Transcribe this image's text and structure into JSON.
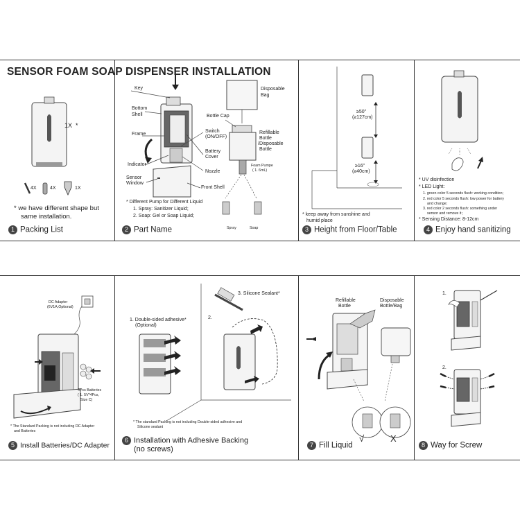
{
  "title": "SENSOR FOAM SOAP DISPENSER INSTALLATION",
  "panel1": {
    "qty_main": "1X",
    "qty_screw": "4X",
    "qty_anchor": "4X",
    "qty_key": "1X",
    "note_line1": "* we have different shape but",
    "note_line2": "same installation.",
    "num": "1",
    "caption": "Packing List"
  },
  "panel2": {
    "labels": {
      "key": "Key",
      "bottom_shell_1": "Bottom",
      "bottom_shell_2": "Shell",
      "frame": "Frame",
      "indicator": "Indicator",
      "sensor_1": "Sensor",
      "sensor_2": "Window",
      "switch_1": "Switch",
      "switch_2": "(ON/OFF)",
      "battery_1": "Battery",
      "battery_2": "Cover",
      "nozzle": "Nozzle",
      "front_shell": "Front Shell",
      "disposable_bag_1": "Disposable",
      "disposable_bag_2": "Bag",
      "bottle_cap": "Bottle Cap",
      "refillable_1": "Refillable",
      "refillable_2": "Bottle",
      "refillable_3": "/Disposable",
      "refillable_4": "Bottle",
      "foam_pump_1": "Foam Pumpe",
      "foam_pump_2": "( 1. 6mL)",
      "spray": "Spray",
      "soap": "Soap"
    },
    "pump_title": "Different Pump for Different Liquid",
    "pump_1": "1. Spray: Sanitizer Liquid;",
    "pump_2": "2. Soap: Gel or Soap Liquid;",
    "num": "2",
    "caption": "Part Name"
  },
  "panel3": {
    "h1_a": "≥50\"",
    "h1_b": "(≥127cm)",
    "h2_a": "≥16\"",
    "h2_b": "(≥40cm)",
    "note_1": "keep away from sunshine and",
    "note_2": "humid place",
    "num": "3",
    "caption": "Height from Floor/Table"
  },
  "panel4": {
    "uv": "UV disinfection",
    "led": "LED Light:",
    "led_1": "1. green color 5 seconds flush: working condition;",
    "led_2a": "2. red color 5 seconds flush: low power for battery",
    "led_2b": "and change;",
    "led_3a": "3. red color 2 seconds flush: something under",
    "led_3b": "sensor and remove it ;",
    "sensing": "Sensing Distance: 8-12cm",
    "num": "4",
    "caption": "Enjoy hand sanitizing"
  },
  "panel5": {
    "dc_1": "DC Adapter",
    "dc_2": "(6V1A,Optional)",
    "bat_1": "4Pcs Batteries",
    "bat_2": "( 1. 5V*4Pcs,",
    "bat_3": "Size C)",
    "note_1": "The Standard Packing is not including DC Adapter",
    "note_2": "and Batteries",
    "num": "5",
    "caption": "Install Batteries/DC Adapter"
  },
  "panel6": {
    "step1_a": "1. Double-sided adhesive",
    "step1_b": "(Optional)",
    "step2": "2.",
    "step3": "3. Silicone Sealant",
    "note_1": "The standard Packing is not including Double-sided adhesive and",
    "note_2": "Silicone sealant",
    "num": "6",
    "caption_1": "Installation with Adhesive Backing",
    "caption_2": "(no screws)"
  },
  "panel7": {
    "refill_1": "Refillable",
    "refill_2": "Bottle",
    "disp_1": "Disposable",
    "disp_2": "Bottle/Bag",
    "check": "√",
    "cross": "X",
    "num": "7",
    "caption": "Fill Liquid"
  },
  "panel8": {
    "step1": "1.",
    "step2": "2.",
    "num": "8",
    "caption": "Way for Screw"
  }
}
